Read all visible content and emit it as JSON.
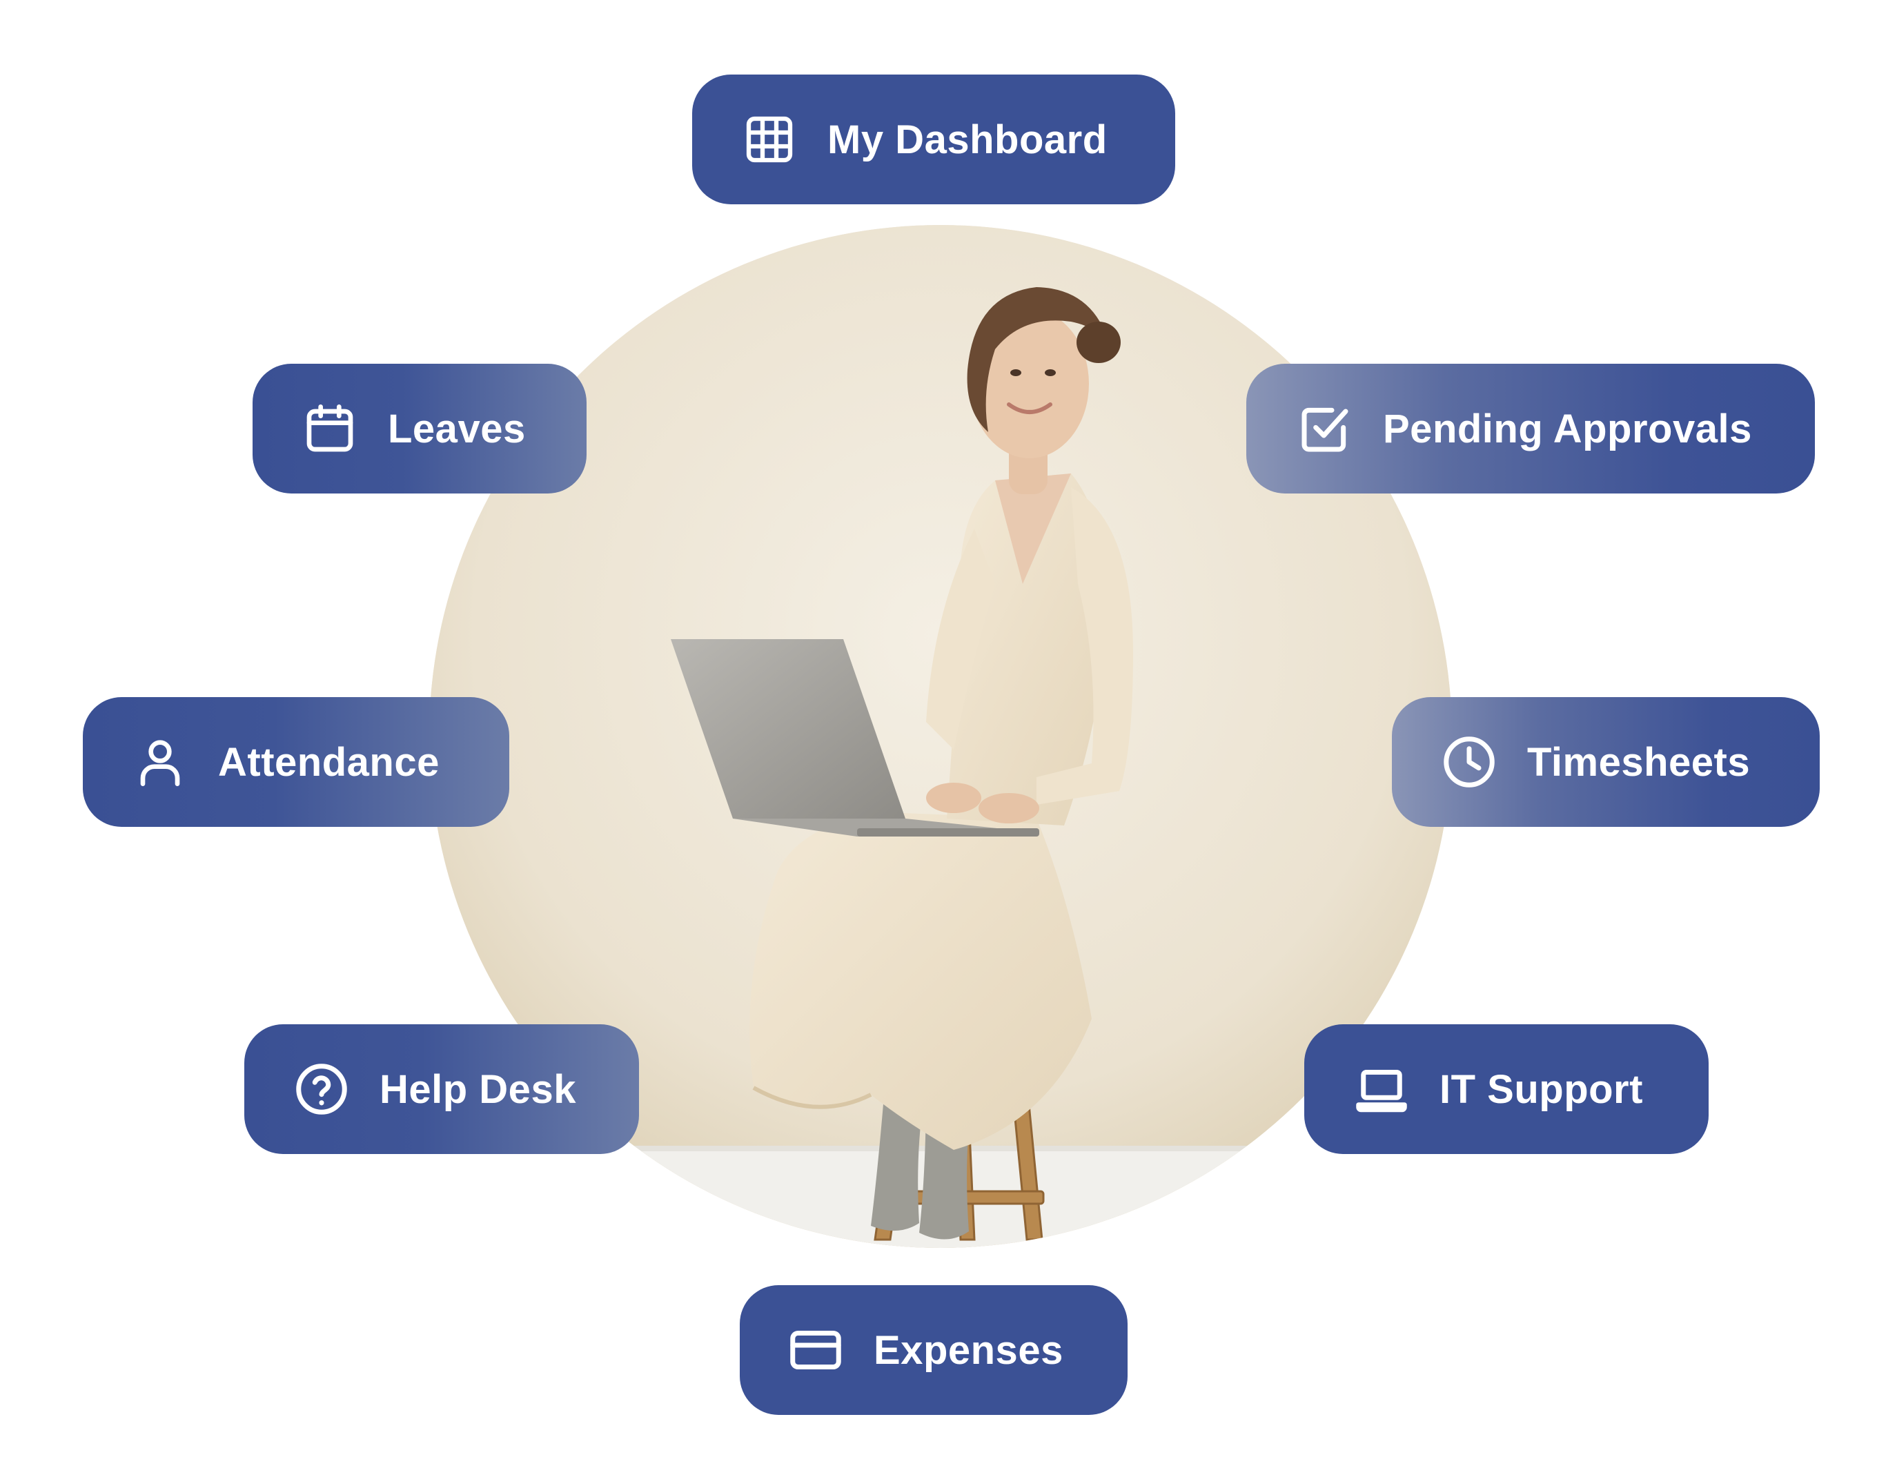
{
  "menu": {
    "dashboard": {
      "label": "My Dashboard",
      "icon": "grid-icon"
    },
    "leaves": {
      "label": "Leaves",
      "icon": "calendar-icon"
    },
    "approvals": {
      "label": "Pending Approvals",
      "icon": "checkbox-icon"
    },
    "attendance": {
      "label": "Attendance",
      "icon": "user-icon"
    },
    "timesheets": {
      "label": "Timesheets",
      "icon": "clock-icon"
    },
    "helpdesk": {
      "label": "Help Desk",
      "icon": "question-icon"
    },
    "itsupport": {
      "label": "IT Support",
      "icon": "laptop-icon"
    },
    "expenses": {
      "label": "Expenses",
      "icon": "card-icon"
    }
  },
  "colors": {
    "pill_primary": "#3b5195",
    "pill_faded": "#8a95b6",
    "circle_background": "#ece3d2",
    "text": "#ffffff"
  }
}
